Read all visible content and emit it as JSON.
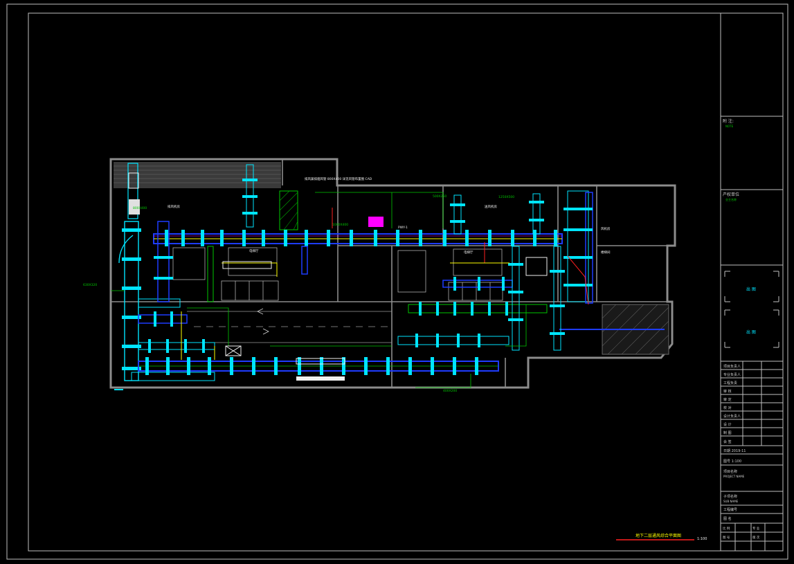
{
  "title_block": {
    "remarks_label": "附 注:",
    "remarks_text": "NOTE",
    "project_label": "产权单位",
    "project_text": "业主名称",
    "stamp_top": "出 图",
    "stamp_bottom": "出 图",
    "rows": [
      "项目负责人",
      "专业负责人",
      "工程负责",
      "审 核",
      "审 定",
      "校 对",
      "设计负责人",
      "设 计",
      "制 图",
      "会 签"
    ],
    "date_row": "日期 2019-11",
    "no_row": "图号 1:100",
    "project_name_label": "项目名称",
    "project_name_en": "PROJECT NAME",
    "sub_label": "子项名称",
    "sub_en": "SUB NAME",
    "project_no": "工程编号",
    "drawing_name": "图 名",
    "footer_cells": [
      "比 例",
      "专 业",
      "图 号",
      "版 次"
    ]
  },
  "drawing": {
    "title": "地下二层通风综合平面图",
    "scale": "1:100",
    "labels": {
      "top_note": "排风兼排烟风管 800X400 详见风管布置图 CAD",
      "elevator_left": "电梯厅",
      "elevator_right": "电梯厅",
      "pwf": "PWY-1",
      "fan_room": "风机房",
      "stair": "楼梯间",
      "duct_a": "800X400",
      "duct_b": "630X320",
      "duct_c": "500X250",
      "duct_d": "1000X400",
      "duct_e": "400X200",
      "duct_f": "1250X500",
      "room_a": "排风机房",
      "room_b": "送风机房"
    }
  },
  "colors": {
    "background": "#000000",
    "frame": "#bfbfbf",
    "wall": "#8c8c8c",
    "cyan": "#00e5ff",
    "blue": "#1e3cff",
    "green": "#00c800",
    "yellow": "#ffff00",
    "magenta": "#ff00ff",
    "red": "#ff2020",
    "white": "#f0f0f0"
  }
}
